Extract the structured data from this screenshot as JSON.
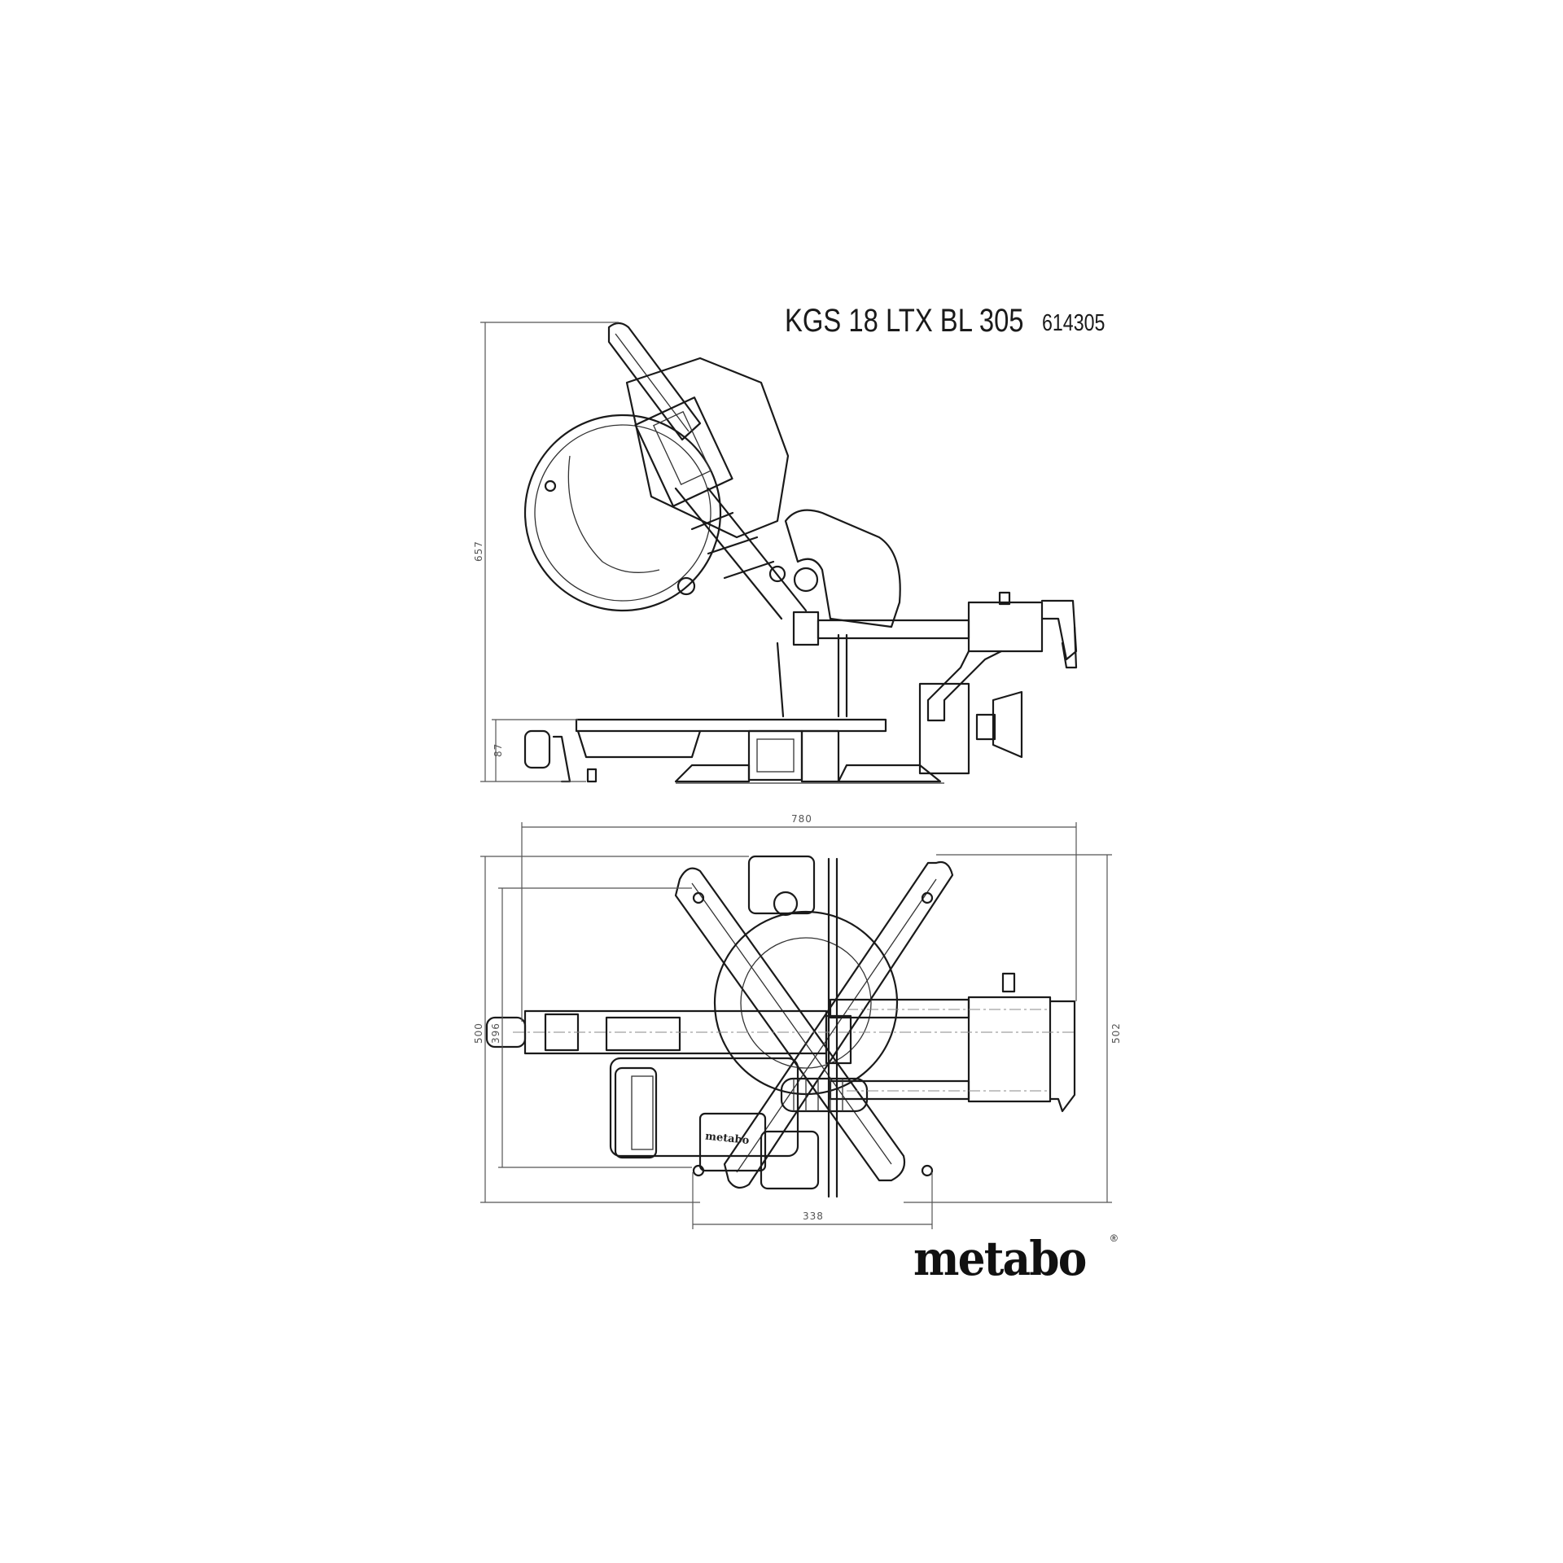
{
  "title": "KGS 18 LTX BL 305",
  "model_number": "614305",
  "dimensions": {
    "height_total": "657",
    "base_height": "87",
    "width_total": "780",
    "depth_outer": "500",
    "depth_inner": "396",
    "depth_right": "502",
    "leg_span": "338"
  },
  "logo": {
    "text": "metabo",
    "registered": "®"
  },
  "housing_brand_text": "metabo"
}
